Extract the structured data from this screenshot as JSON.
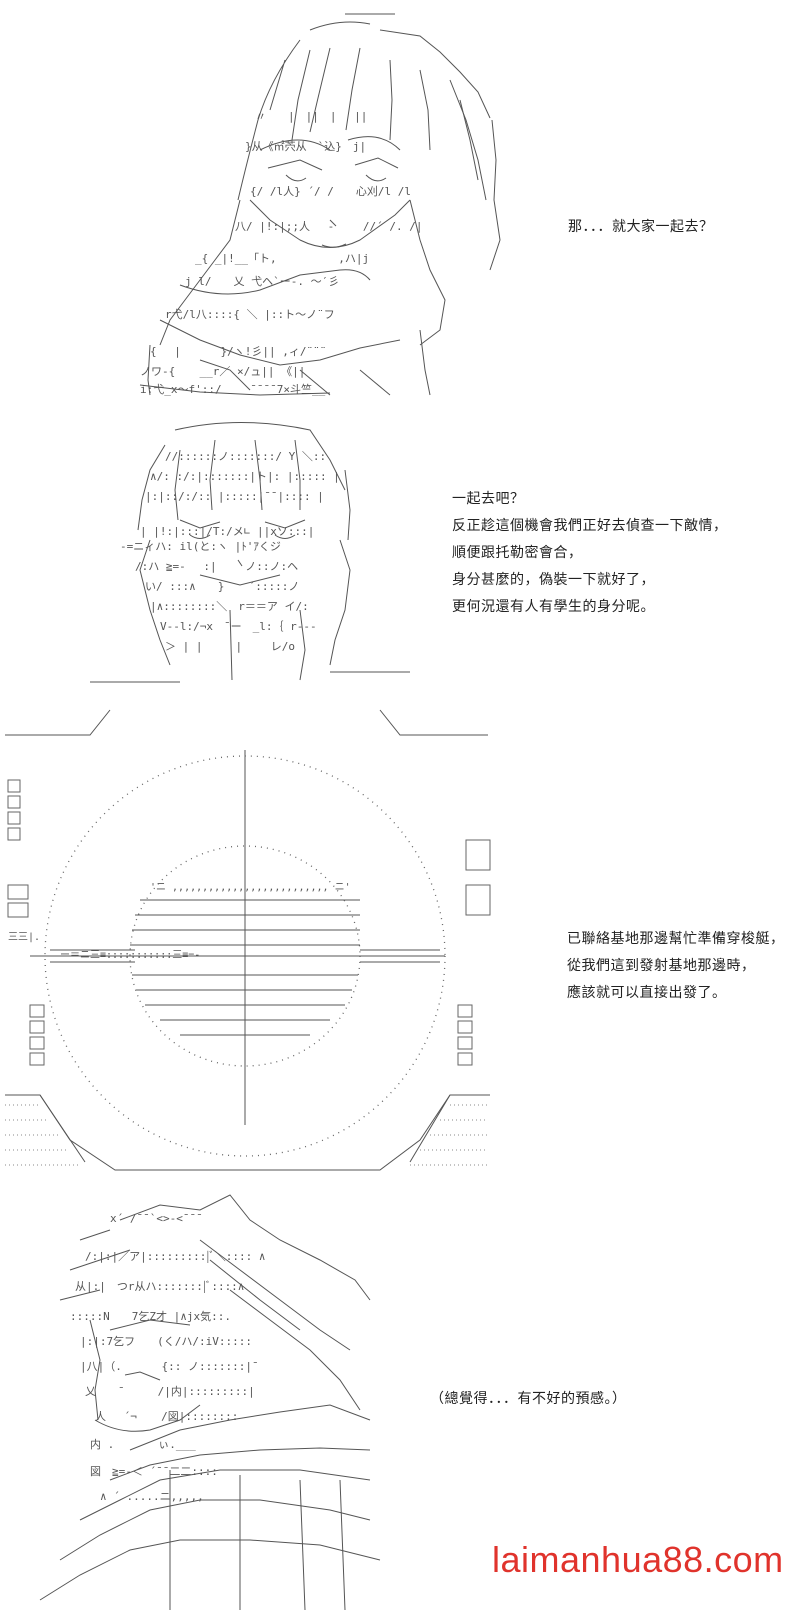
{
  "panels": [
    {
      "id": "panel-1",
      "art": "girl-reaching-ascii-art",
      "dialogue": [
        "那．．．就大家一起去？"
      ]
    },
    {
      "id": "panel-2",
      "art": "girl-long-hair-ascii-art",
      "dialogue": [
        "一起去吧？",
        "反正趁這個機會我們正好去偵查一下敵情，",
        "順便跟托勒密會合，",
        "身分甚麼的，偽裝一下就好了，",
        "更何況還有人有學生的身分呢。"
      ]
    },
    {
      "id": "panel-3",
      "art": "crosshair-scope-ascii-art",
      "dialogue": [
        "已聯絡基地那邊幫忙準備穿梭艇，",
        "從我們這到發射基地那邊時，",
        "應該就可以直接出發了。"
      ]
    },
    {
      "id": "panel-4",
      "art": "boy-profile-ascii-art",
      "dialogue": [
        "（總覺得．．．有不好的預感。）"
      ]
    }
  ],
  "watermark": "laimanhua88.com",
  "colors": {
    "ink": "#444444",
    "text": "#222222",
    "watermark": "#e0332c"
  }
}
